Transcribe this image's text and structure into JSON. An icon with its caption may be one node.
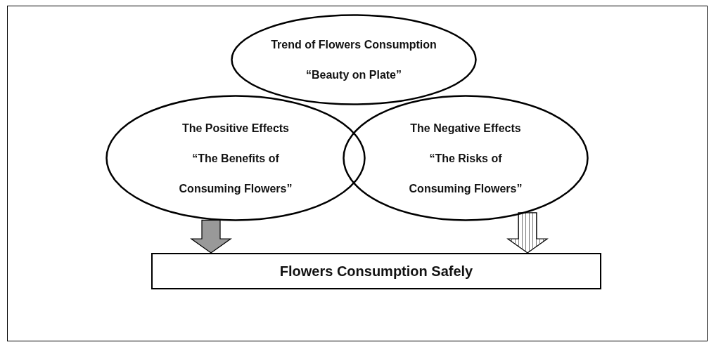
{
  "diagram": {
    "nodes": [
      {
        "text": [
          "Trend of Flowers Consumption",
          "“Beauty on Plate”"
        ]
      },
      {
        "text": [
          "The Positive Effects",
          "“The Benefits of Consuming Flowers”"
        ]
      },
      {
        "text": [
          "The Negative Effects",
          "“The Risks of Consuming Flowers”"
        ]
      },
      {
        "text": [
          "Flowers Consumption Safely"
        ]
      }
    ],
    "edges": [
      {
        "from": 1,
        "to": 3,
        "arrow": "to",
        "style": "thick",
        "color": "#999999"
      },
      {
        "from": 2,
        "to": 3,
        "arrow": "to",
        "style": "thick"
      }
    ]
  }
}
